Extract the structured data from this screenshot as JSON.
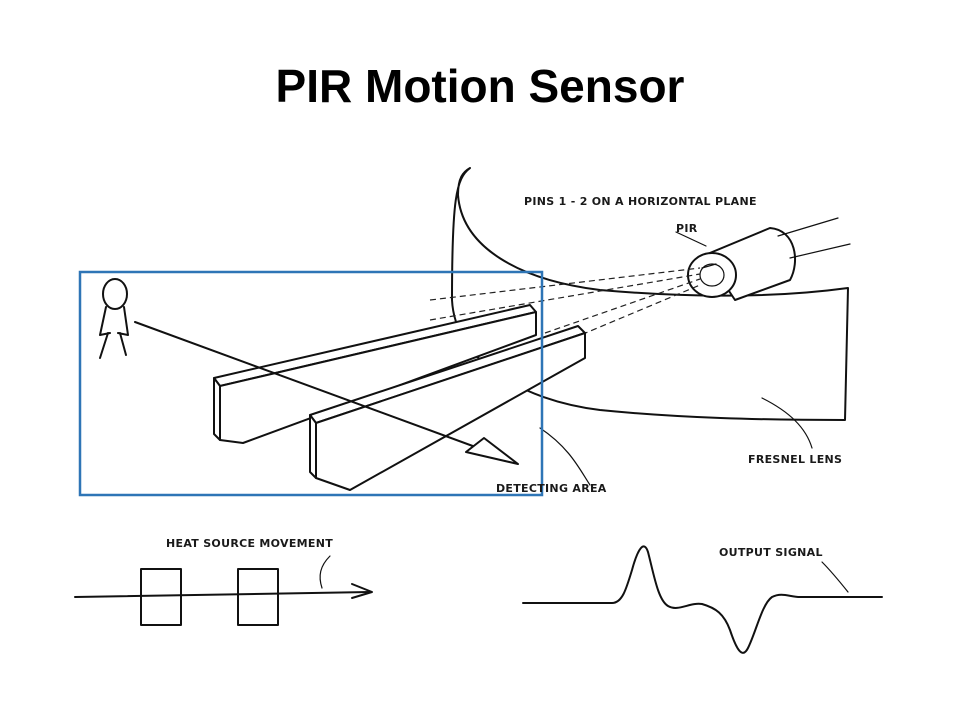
{
  "slide": {
    "title": "PIR Motion Sensor"
  },
  "diagram": {
    "labels": {
      "pins": "PINS 1 - 2 ON A HORIZONTAL PLANE",
      "pir": "PIR",
      "fresnel_lens": "FRESNEL LENS",
      "detecting_area": "DETECTING AREA",
      "heat_source_movement": "HEAT SOURCE MOVEMENT",
      "output_signal": "OUTPUT SIGNAL"
    },
    "highlight_color": "#2e75b6"
  }
}
